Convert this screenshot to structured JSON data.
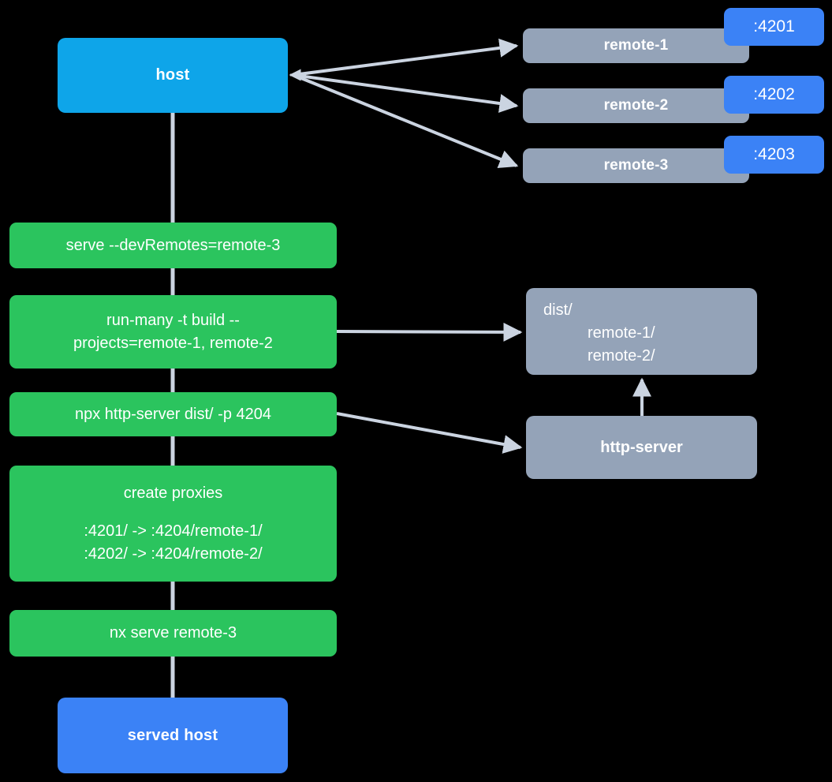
{
  "diagram": {
    "background_color": "#000000",
    "edge_color": "#CBD4E1",
    "colors": {
      "host": "#0EA5E9",
      "served_host": "#3B82F6",
      "remote": "#94A3B8",
      "command": "#2BC45E",
      "port_badge": "#3B82F6",
      "artifact": "#94A3B8"
    }
  },
  "host": {
    "label": "host"
  },
  "served_host": {
    "label": "served host"
  },
  "remotes": [
    {
      "label": "remote-1",
      "port": ":4201"
    },
    {
      "label": "remote-2",
      "port": ":4202"
    },
    {
      "label": "remote-3",
      "port": ":4203"
    }
  ],
  "commands": [
    {
      "id": "serve-dev-remotes",
      "lines": [
        "serve --devRemotes=remote-3"
      ]
    },
    {
      "id": "run-many-build",
      "lines": [
        "run-many -t build --",
        "projects=remote-1, remote-2"
      ]
    },
    {
      "id": "npx-http-server",
      "lines": [
        "npx http-server dist/ -p 4204"
      ]
    },
    {
      "id": "create-proxies",
      "title": "create proxies",
      "lines": [
        ":4201/ -> :4204/remote-1/",
        ":4202/ -> :4204/remote-2/"
      ]
    },
    {
      "id": "nx-serve-remote-3",
      "lines": [
        "nx serve remote-3"
      ]
    }
  ],
  "artifact": {
    "root": "dist/",
    "children": [
      "remote-1/",
      "remote-2/"
    ]
  },
  "service": {
    "label": "http-server"
  }
}
